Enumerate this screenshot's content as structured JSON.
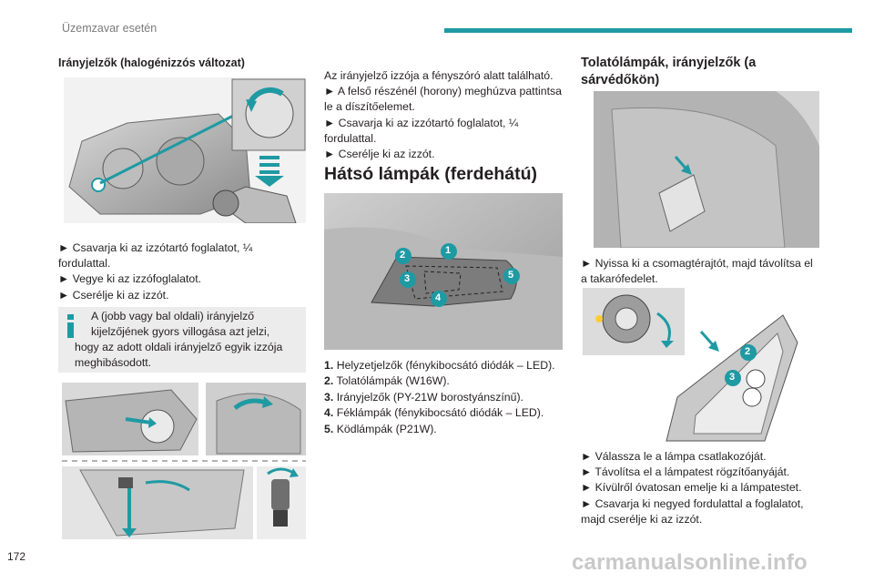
{
  "header": {
    "section": "Üzemzavar esetén",
    "accent": "#1f9aa3"
  },
  "page_number": "172",
  "watermark": "carmanualsonline.info",
  "left": {
    "heading": "Irányjelzők (halogénizzós változat)",
    "steps": [
      "► Csavarja ki az izzótartó foglalatot, ¼",
      "fordulattal.",
      "► Vegye ki az izzófoglalatot.",
      "► Cserélje ki az izzót."
    ],
    "info_lines": [
      "A (jobb vagy bal oldali) irányjelző",
      "kijelzőjének gyors villogása azt jelzi,",
      "hogy az adott oldali irányjelző egyik izzója",
      "meghibásodott."
    ]
  },
  "middle": {
    "intro_lines": [
      "Az irányjelző izzója a fényszóró alatt található.",
      "► A felső részénél (horony) meghúzva pattintsa",
      "le a díszítőelemet.",
      "► Csavarja ki az izzótartó foglalatot, ¼",
      "fordulattal.",
      "► Cserélje ki az izzót."
    ],
    "title": "Hátsó lámpák (ferdehátú)",
    "callouts": [
      "1",
      "2",
      "3",
      "4",
      "5"
    ],
    "legend": [
      {
        "n": "1.",
        "text": "Helyzetjelzők (fénykibocsátó diódák – LED)."
      },
      {
        "n": "2.",
        "text": "Tolatólámpák (W16W)."
      },
      {
        "n": "3.",
        "text": "Irányjelzők (PY-21W borostyánszínű)."
      },
      {
        "n": "4.",
        "text": "Féklámpák (fénykibocsátó diódák – LED)."
      },
      {
        "n": "5.",
        "text": "Ködlámpák (P21W)."
      }
    ]
  },
  "right": {
    "title_lines": [
      "Tolatólámpák, irányjelzők (a",
      "sárvédőkön)"
    ],
    "step1_lines": [
      "► Nyissa ki a csomagtérajtót, majd távolítsa el",
      "a takarófedelet."
    ],
    "callouts": [
      "2",
      "3"
    ],
    "steps2": [
      "► Válassza le a lámpa csatlakozóját.",
      "► Távolítsa el a lámpatest rögzítőanyáját.",
      "► Kívülről óvatosan emelje ki a lámpatestet.",
      "► Csavarja ki negyed fordulattal a foglalatot,",
      "majd cserélje ki az izzót."
    ]
  }
}
